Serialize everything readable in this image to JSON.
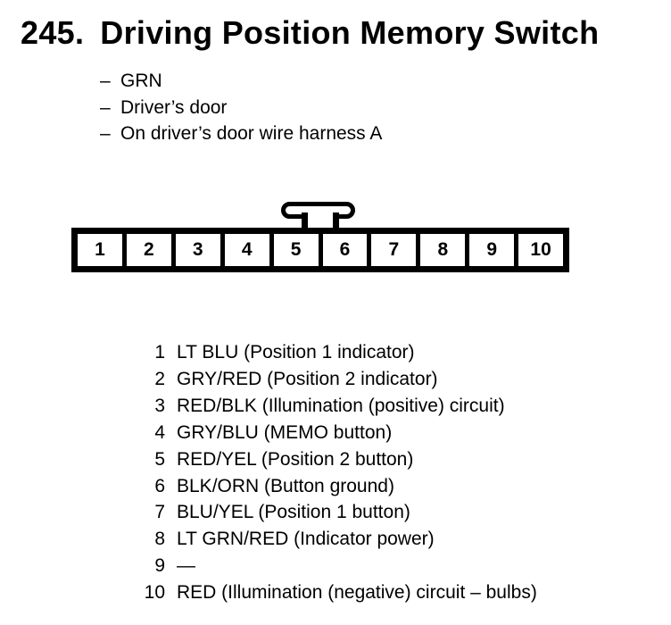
{
  "colors": {
    "ink": "#000000",
    "paper": "#ffffff"
  },
  "header": {
    "number": "245.",
    "title": "Driving Position Memory Switch"
  },
  "notes": {
    "bullet": "–",
    "items": [
      "GRN",
      "Driver’s door",
      "On driver’s door wire harness A"
    ]
  },
  "connector": {
    "cells": [
      "1",
      "2",
      "3",
      "4",
      "5",
      "6",
      "7",
      "8",
      "9",
      "10"
    ]
  },
  "pinout": {
    "rows": [
      {
        "pin": "1",
        "desc": "LT BLU (Position 1 indicator)"
      },
      {
        "pin": "2",
        "desc": "GRY/RED (Position 2 indicator)"
      },
      {
        "pin": "3",
        "desc": "RED/BLK (Illumination (positive) circuit)"
      },
      {
        "pin": "4",
        "desc": "GRY/BLU (MEMO button)"
      },
      {
        "pin": "5",
        "desc": "RED/YEL (Position 2 button)"
      },
      {
        "pin": "6",
        "desc": "BLK/ORN (Button ground)"
      },
      {
        "pin": "7",
        "desc": "BLU/YEL (Position 1 button)"
      },
      {
        "pin": "8",
        "desc": "LT GRN/RED (Indicator power)"
      },
      {
        "pin": "9",
        "desc": "—"
      },
      {
        "pin": "10",
        "desc": "RED (Illumination (negative) circuit – bulbs)"
      }
    ]
  }
}
